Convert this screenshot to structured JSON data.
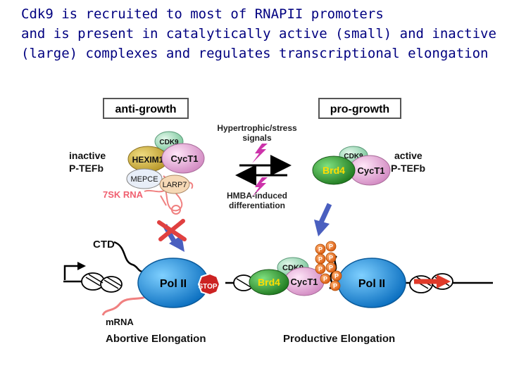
{
  "title_lines": [
    "Cdk9 is recruited to most of RNAPII promoters",
    "and is present in catalytically active (small) and inactive",
    "(large) complexes and regulates transcriptional elongation"
  ],
  "boxes": {
    "left": "anti-growth",
    "right": "pro-growth"
  },
  "left_state": {
    "line1": "inactive",
    "line2": "P-TEFb"
  },
  "right_state": {
    "line1": "active",
    "line2": "P-TEFb"
  },
  "proteins": {
    "cdk9": "CDK9",
    "hexim1": "HEXIM1",
    "cyct1": "CycT1",
    "mepce": "MEPCE",
    "larp7": "LARP7",
    "brd4": "Brd4",
    "pol2": "Pol II",
    "stop": "STOP",
    "phospho": "P"
  },
  "rna_label": "7SK RNA",
  "signal_top": {
    "line1": "Hypertrophic/stress",
    "line2": "signals"
  },
  "signal_bottom": {
    "line1": "HMBA-induced",
    "line2": "differentiation"
  },
  "ctd_label": "CTD",
  "mrna_label": "mRNA",
  "elongation": {
    "left": "Abortive Elongation",
    "right": "Productive Elongation"
  },
  "colors": {
    "title": "#000080",
    "box_border": "#555555",
    "cdk9": "#9ed9b4",
    "hexim1": "#cdb13a",
    "cyct1": "#e9aedb",
    "mepce": "#e8eef8",
    "larp7": "#f6d9b6",
    "brd4": "#2c9a2c",
    "pol2": "#1188d9",
    "stop": "#cc2222",
    "phospho": "#e8701a",
    "rna": "#f08080",
    "signal": "#cc33aa",
    "arrow_blue": "#4a5fbf",
    "arrow_red": "#e03a2a",
    "cross": "#e04040"
  }
}
